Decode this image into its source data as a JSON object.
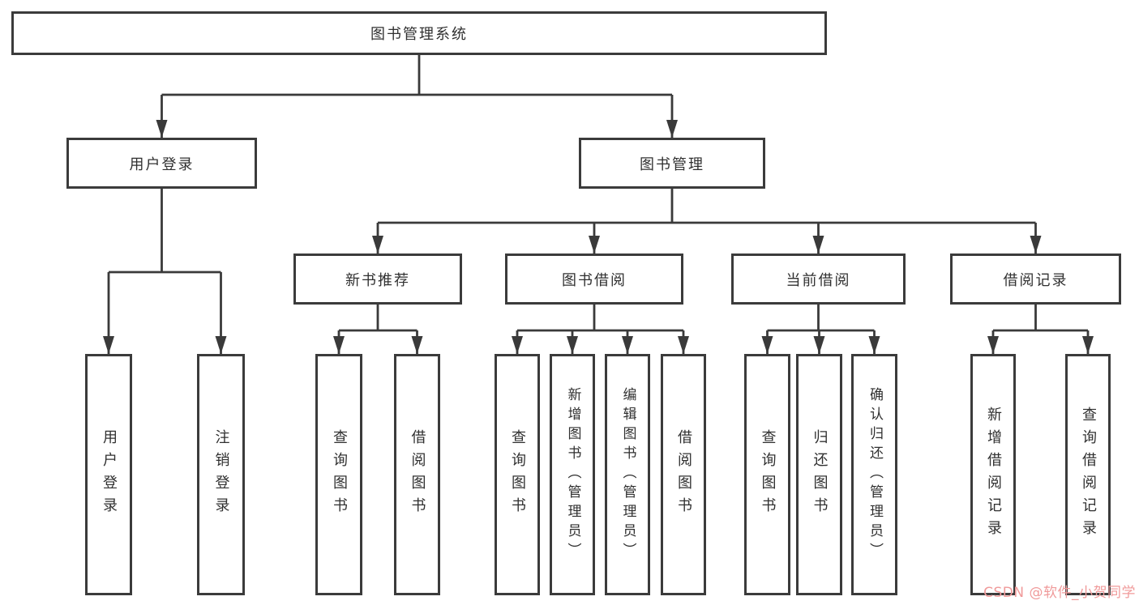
{
  "diagram": {
    "title": "图书管理系统",
    "type": "hierarchy-tree"
  },
  "colors": {
    "line": "#3a3a3a",
    "box_border": "#3b3b3b",
    "box_background": "#ffffff",
    "text": "#303030",
    "watermark": "#f09a9a"
  },
  "tree": {
    "root": {
      "label": "图书管理系统",
      "children": [
        {
          "label": "用户登录",
          "children": [
            {
              "label": "用户登录"
            },
            {
              "label": "注销登录"
            }
          ]
        },
        {
          "label": "图书管理",
          "children": [
            {
              "label": "新书推荐",
              "children": [
                {
                  "label": "查询图书"
                },
                {
                  "label": "借阅图书"
                }
              ]
            },
            {
              "label": "图书借阅",
              "children": [
                {
                  "label": "查询图书"
                },
                {
                  "label": "新增图书（管理员）"
                },
                {
                  "label": "编辑图书（管理员）"
                },
                {
                  "label": "借阅图书"
                }
              ]
            },
            {
              "label": "当前借阅",
              "children": [
                {
                  "label": "查询图书"
                },
                {
                  "label": "归还图书"
                },
                {
                  "label": "确认归还（管理员）"
                }
              ]
            },
            {
              "label": "借阅记录",
              "children": [
                {
                  "label": "新增借阅记录"
                },
                {
                  "label": "查询借阅记录"
                }
              ]
            }
          ]
        }
      ]
    }
  },
  "watermark": {
    "text": "CSDN @软件_小贺同学"
  }
}
